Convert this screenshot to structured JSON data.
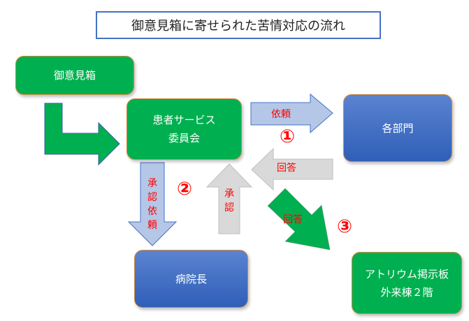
{
  "title": "御意見箱に寄せられた苦情対応の流れ",
  "nodes": {
    "opinion_box": "御意見箱",
    "committee_line1": "患者サービス",
    "committee_line2": "委員会",
    "departments": "各部門",
    "director": "病院長",
    "board_line1": "アトリウム掲示板",
    "board_line2": "外来棟２階"
  },
  "arrows": {
    "request": "依頼",
    "reply": "回答",
    "approval_request": [
      "承",
      "認",
      "依",
      "頼"
    ],
    "approval": [
      "承",
      "認"
    ],
    "reply_board": "回答"
  },
  "step_numbers": [
    "①",
    "②",
    "③"
  ],
  "colors": {
    "green": "#00b050",
    "blue": "#4472c4",
    "light_blue": "#b4c7e7",
    "gray": "#d9d9d9",
    "red": "#ff0000",
    "border_orange": "#d08a3c"
  }
}
